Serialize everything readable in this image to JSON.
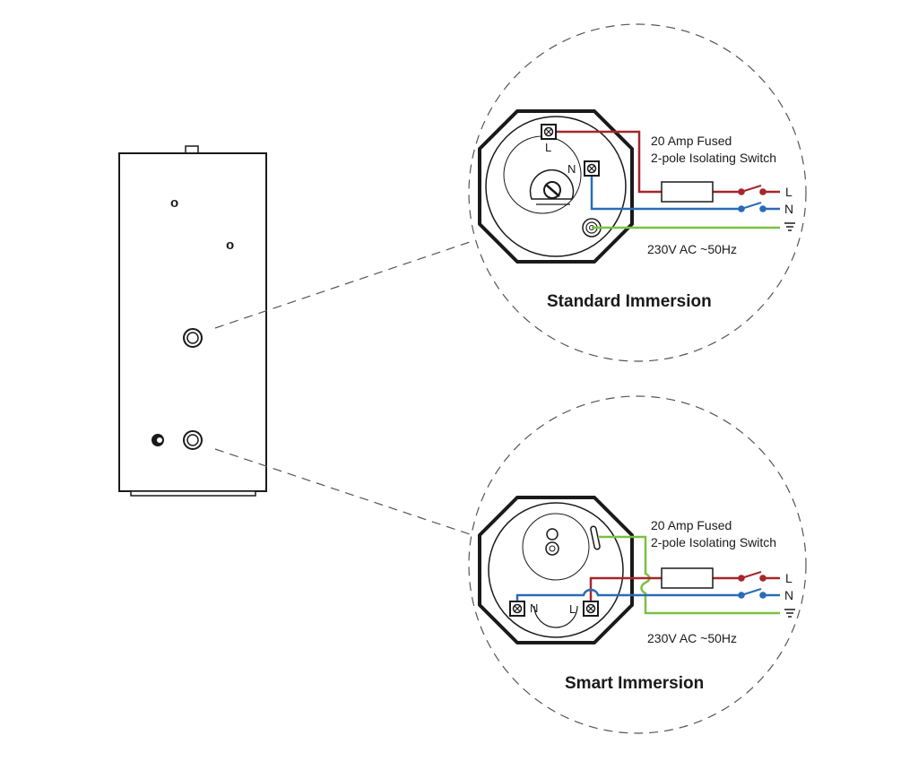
{
  "colors": {
    "live": "#a6262b",
    "neutral": "#2a6bb8",
    "earth": "#7cc042",
    "outline": "#1a1a1a",
    "dash": "#555555"
  },
  "standard": {
    "title": "Standard Immersion",
    "switch_line1": "20 Amp Fused",
    "switch_line2": "2-pole Isolating Switch",
    "supply": "230V AC ~50Hz",
    "term_L": "L",
    "term_N": "N",
    "line_L": "L",
    "line_N": "N"
  },
  "smart": {
    "title": "Smart Immersion",
    "switch_line1": "20 Amp Fused",
    "switch_line2": "2-pole Isolating Switch",
    "supply": "230V AC ~50Hz",
    "term_L": "L",
    "term_N": "N",
    "line_L": "L",
    "line_N": "N"
  },
  "tank_markers": {
    "marker1": "o",
    "marker2": "o"
  }
}
